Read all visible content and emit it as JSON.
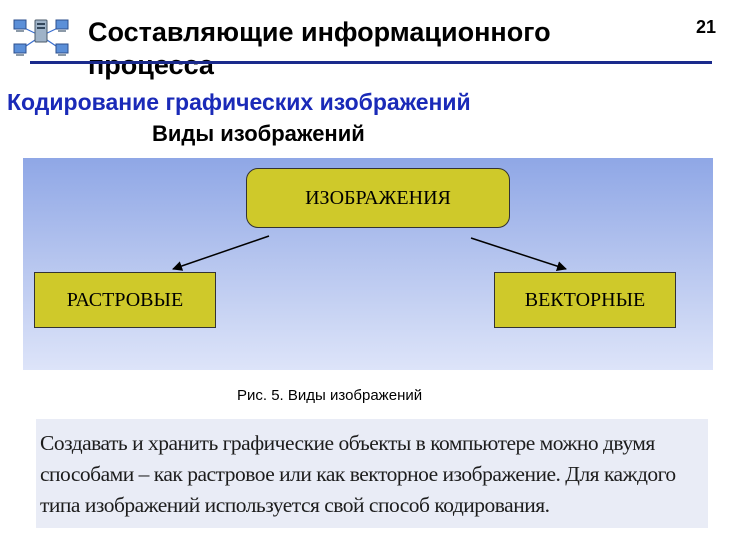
{
  "header": {
    "title": "Составляющие информационного процесса",
    "slide_number": "21"
  },
  "subtitle": "Кодирование графических изображений",
  "heading": "Виды изображений",
  "diagram": {
    "root": "ИЗОБРАЖЕНИЯ",
    "left_child": "РАСТРОВЫЕ",
    "right_child": "ВЕКТОРНЫЕ",
    "background_top": "#8fa7e6",
    "background_bottom": "#dde4f9",
    "box_color": "#cfc92a"
  },
  "caption": "Рис. 5. Виды изображений",
  "body_text": "Создавать и хранить графические объекты в компьютере можно двумя способами – как растровое или как векторное изображение. Для каждого типа изображений используется свой способ кодирования."
}
